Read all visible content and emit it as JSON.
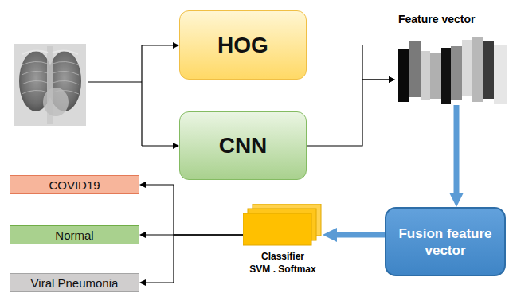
{
  "diagram": {
    "nodes": [
      {
        "text": [
          "HOG"
        ]
      },
      {
        "text": [
          "CNN"
        ]
      },
      {
        "text": [
          "Feature vector"
        ]
      },
      {
        "text": [
          "Fusion feature vector"
        ]
      },
      {
        "text": [
          "Classifier",
          "SVM . Softmax"
        ]
      },
      {
        "text": [
          "COVID19"
        ]
      },
      {
        "text": [
          "Normal"
        ]
      },
      {
        "text": [
          "Viral Pneumonia"
        ]
      }
    ],
    "edges": [
      {
        "from": 0,
        "to": 2,
        "arrow": "to"
      },
      {
        "from": 1,
        "to": 2,
        "arrow": "to"
      },
      {
        "from": 2,
        "to": 3,
        "arrow": "to"
      },
      {
        "from": 3,
        "to": 4,
        "arrow": "to"
      },
      {
        "from": 4,
        "to": 5,
        "arrow": "to"
      },
      {
        "from": 4,
        "to": 6,
        "arrow": "to"
      },
      {
        "from": 4,
        "to": 7,
        "arrow": "to"
      }
    ]
  }
}
